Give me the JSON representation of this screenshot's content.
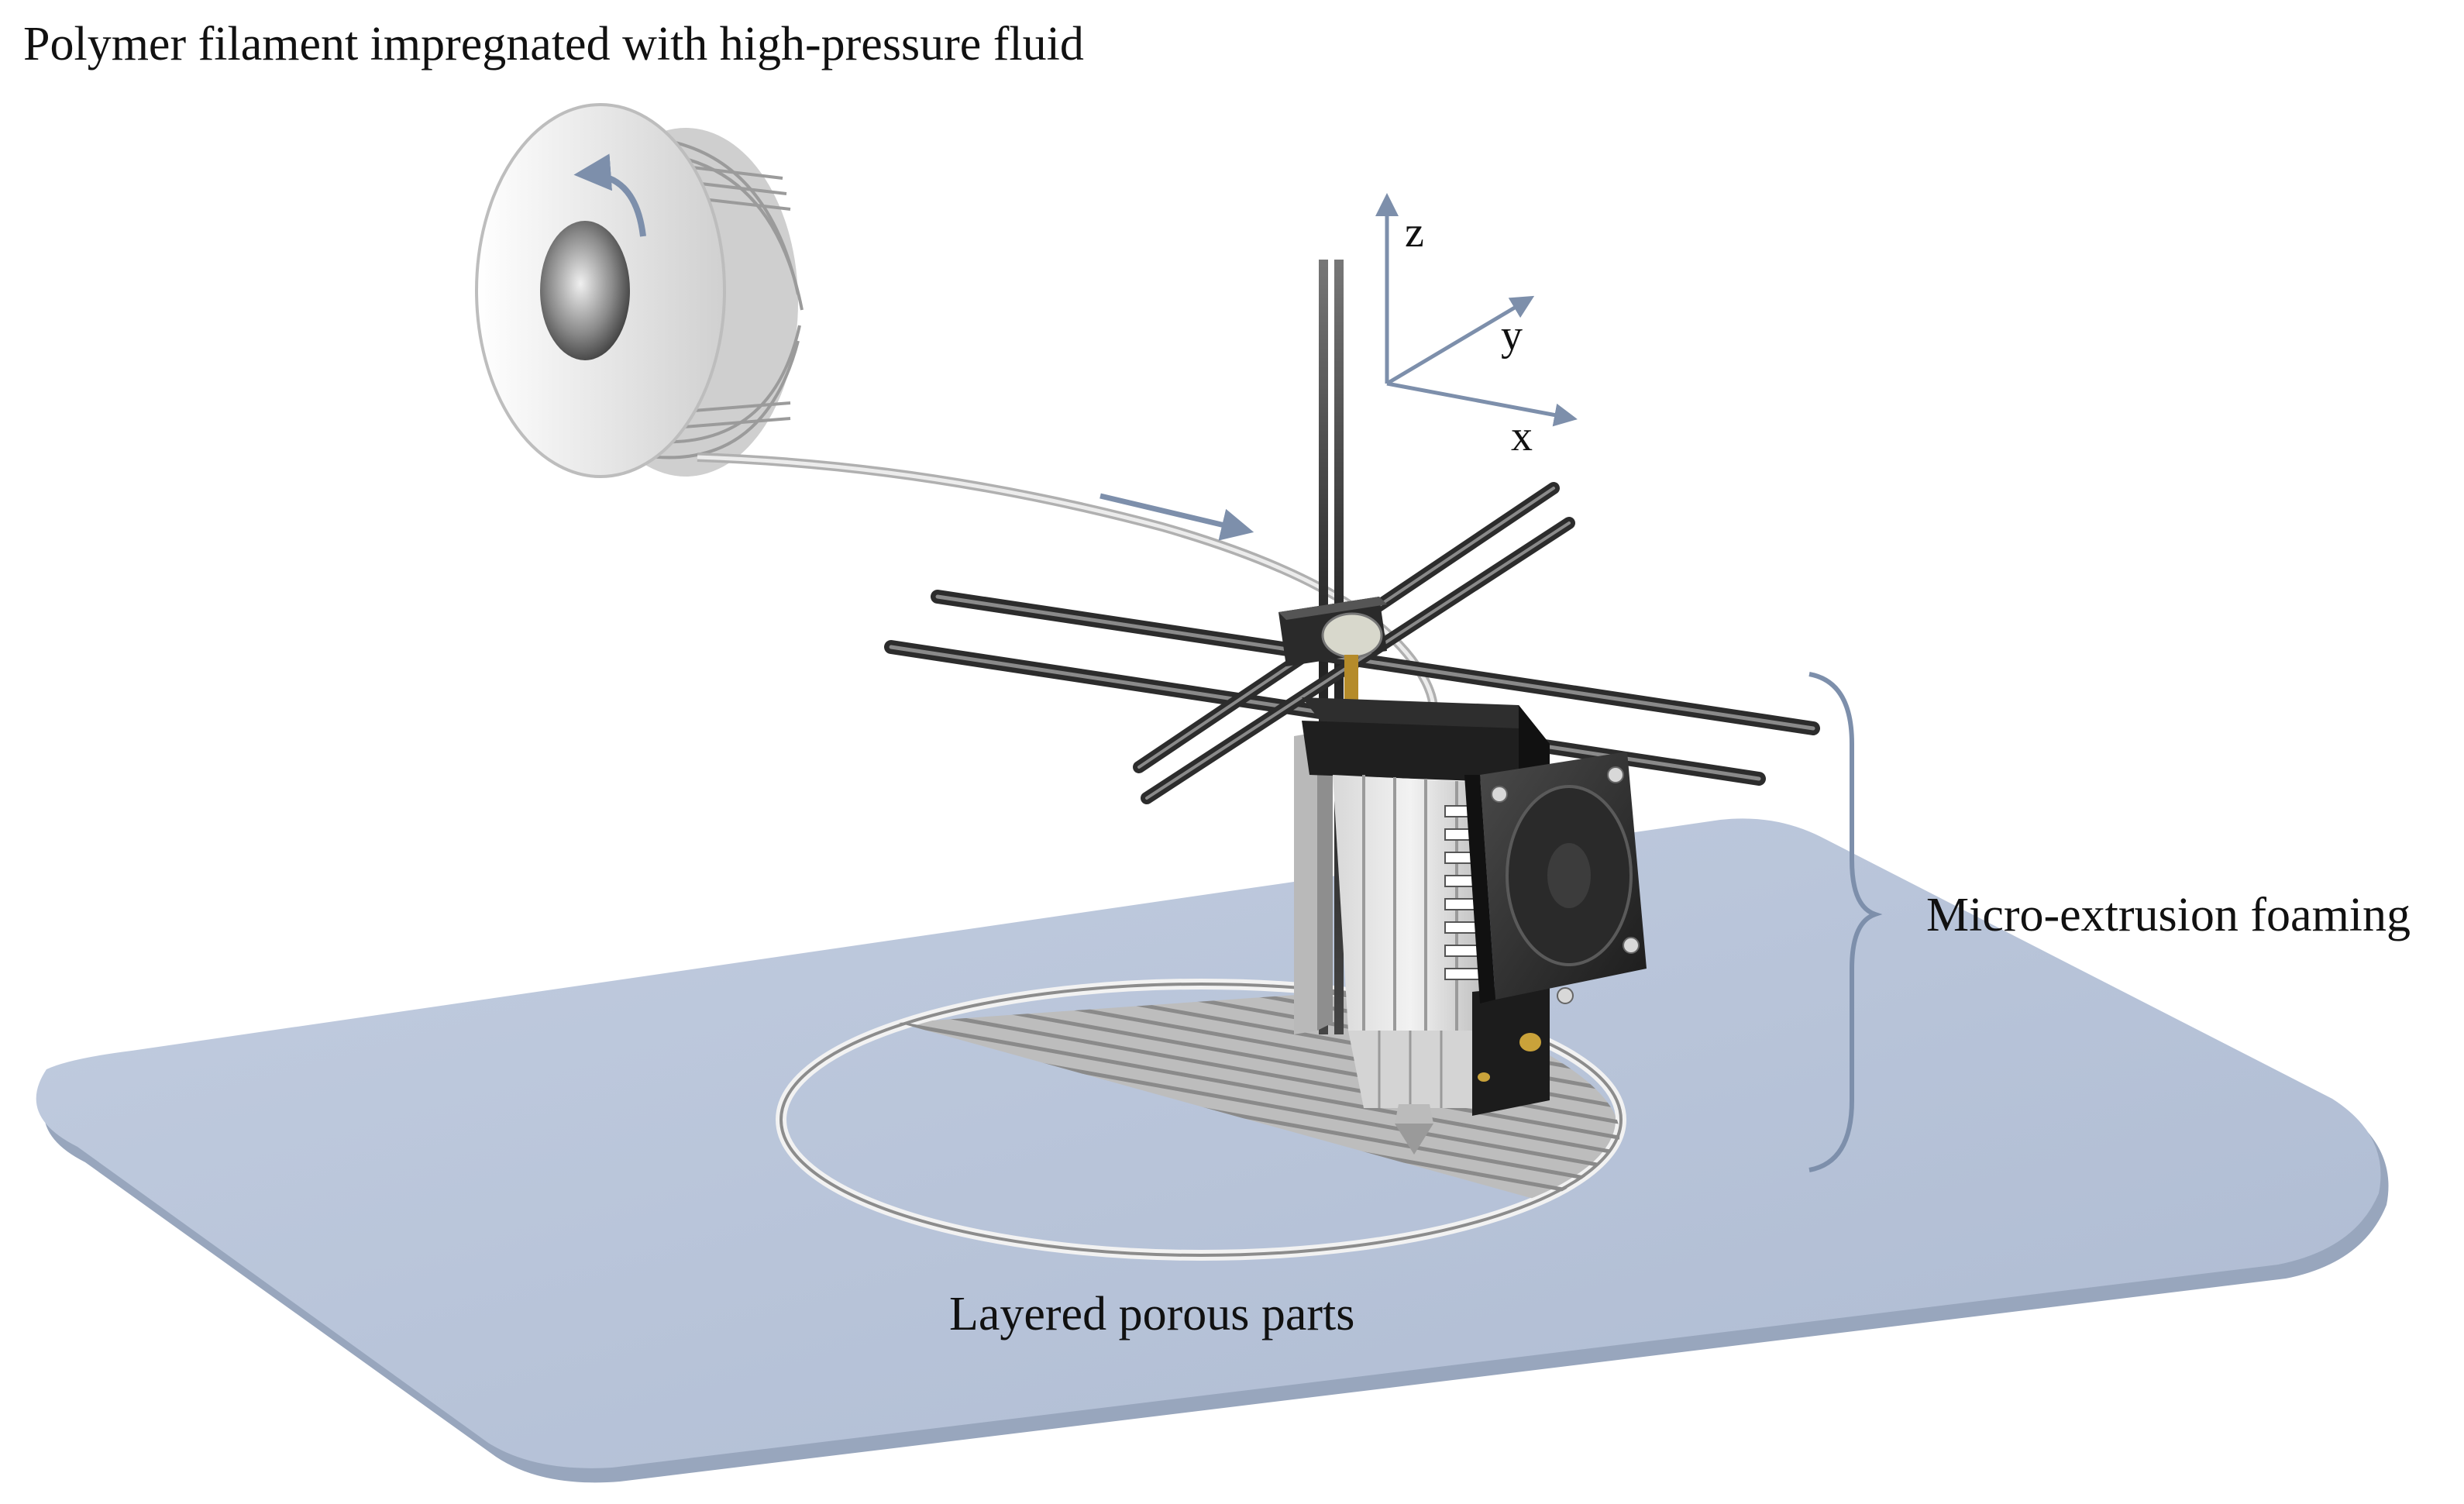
{
  "labels": {
    "filament": "Polymer filament impregnated with high-pressure fluid",
    "process": "Micro-extrusion foaming",
    "parts": "Layered porous parts"
  },
  "axes": {
    "z": "z",
    "y": "y",
    "x": "x"
  },
  "colors": {
    "bed": "#b6c3d8",
    "bed_edge": "#98a6bd",
    "arrow": "#7d8fab",
    "frame": "#2a2a2a",
    "filament": "#d6d6d6"
  }
}
